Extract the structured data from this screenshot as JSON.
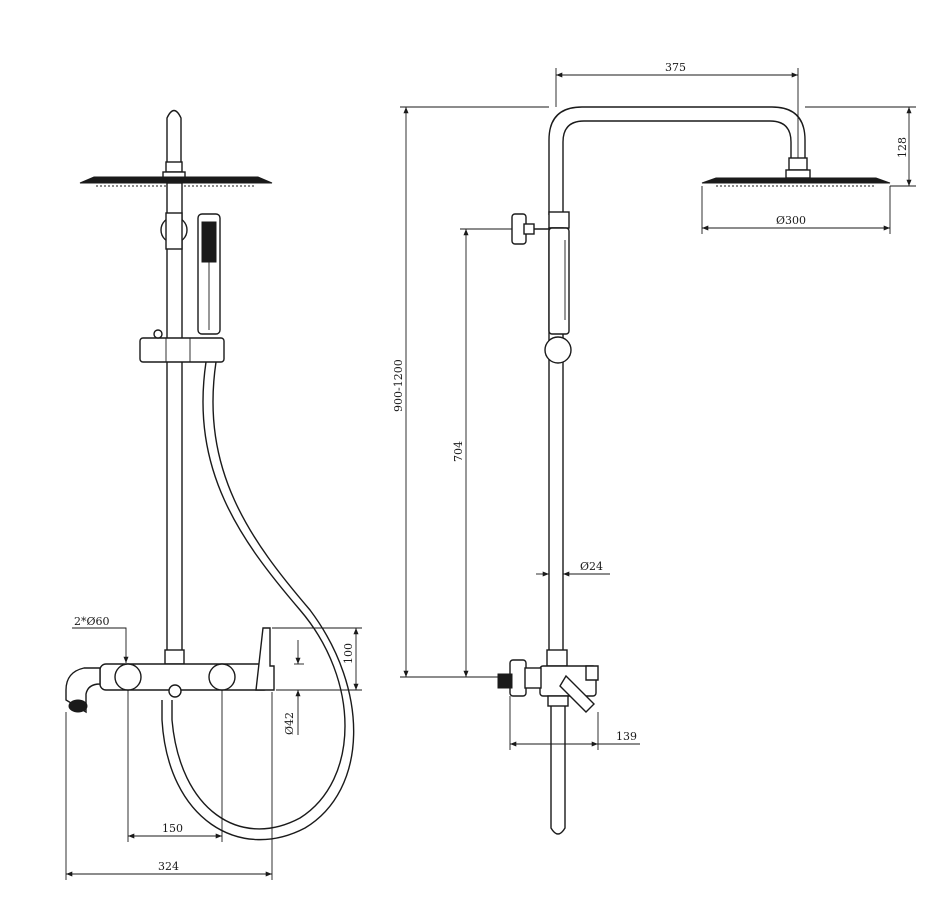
{
  "dimensions": {
    "d375": "375",
    "d128": "128",
    "d300": "Ø300",
    "d900_1200": "900-1200",
    "d704": "704",
    "d24": "Ø24",
    "d139": "139",
    "d2x60": "2*Ø60",
    "d100": "100",
    "d42": "Ø42",
    "d150": "150",
    "d324": "324"
  }
}
